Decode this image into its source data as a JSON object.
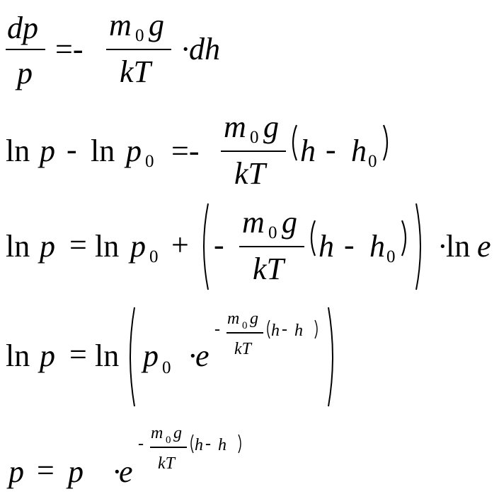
{
  "equations": [
    {
      "id": "eq1",
      "left_fraction": {
        "numerator": "dp",
        "denominator": "p"
      },
      "eq_minus": "=-",
      "right_fraction": {
        "numerator_m": "m",
        "numerator_sub": "0",
        "numerator_g": "g",
        "denominator": "kT"
      },
      "tail": "·dh"
    },
    {
      "id": "eq2",
      "ln": "ln",
      "p": "p",
      "minus": "-",
      "ln2": "ln",
      "p0": "p",
      "p0_sub": "0",
      "eq_minus": "=-",
      "fraction": {
        "numerator_m": "m",
        "numerator_sub": "0",
        "numerator_g": "g",
        "denominator": "kT"
      },
      "paren_h": "h",
      "paren_minus": "-",
      "paren_h0": "h",
      "paren_h0_sub": "0"
    },
    {
      "id": "eq3",
      "ln": "ln",
      "p": "p",
      "equals": "=",
      "ln2": "ln",
      "p0": "p",
      "p0_sub": "0",
      "plus": "+",
      "inner_minus": "-",
      "fraction": {
        "numerator_m": "m",
        "numerator_sub": "0",
        "numerator_g": "g",
        "denominator": "kT"
      },
      "paren_h": "h",
      "paren_minus": "-",
      "paren_h0": "h",
      "paren_h0_sub": "0",
      "tail_dot": "·",
      "tail_ln": "ln",
      "tail_e": "e"
    },
    {
      "id": "eq4",
      "ln": "ln",
      "p": "p",
      "equals": "=",
      "ln2": "ln",
      "p0": "p",
      "p0_sub": "0",
      "dot": "·",
      "e": "e",
      "exp_minus": "-",
      "exp_fraction": {
        "numerator_m": "m",
        "numerator_sub": "0",
        "numerator_g": "g",
        "denominator": "kT"
      },
      "exp_h": "h",
      "exp_minus2": "-",
      "exp_h2": "h"
    },
    {
      "id": "eq5",
      "p": "p",
      "equals": "=",
      "p2": "p",
      "dot": "·",
      "e": "e",
      "exp_minus": "-",
      "exp_fraction": {
        "numerator_m": "m",
        "numerator_sub": "0",
        "numerator_g": "g",
        "denominator": "kT"
      },
      "exp_h": "h",
      "exp_minus2": "-",
      "exp_h2": "h"
    }
  ]
}
